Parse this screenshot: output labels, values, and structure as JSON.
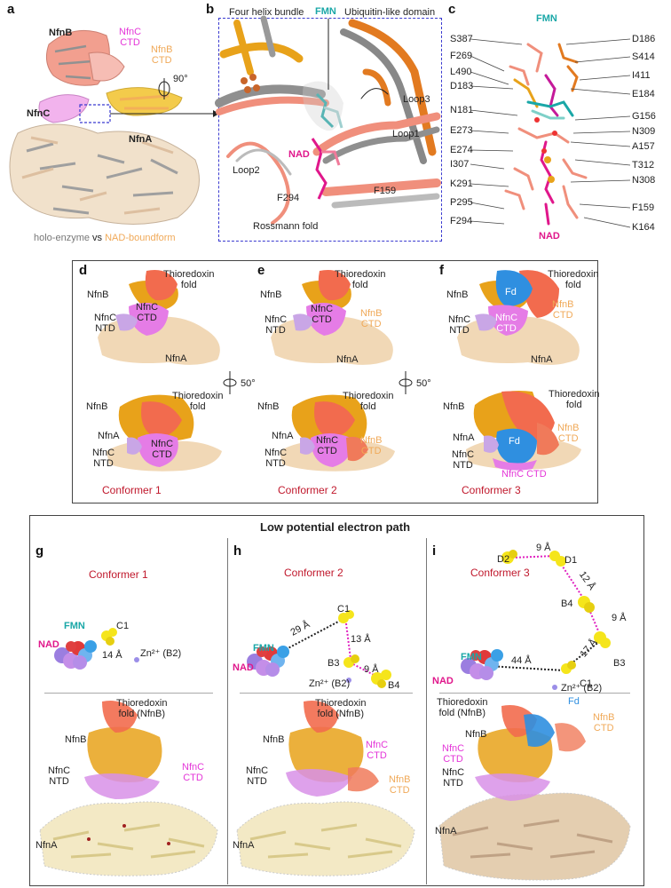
{
  "panels": {
    "a": {
      "letter": "a",
      "labels": {
        "nfnb": "NfnB",
        "nfnc": "NfnC",
        "nfna": "NfnA",
        "nfnc_ctd": "NfnC\nCTD",
        "nfnb_ctd": "NfnB\nCTD"
      },
      "legend": {
        "part1": "holo-enzyme",
        "vs": "vs",
        "part2": "NAD-boundform"
      },
      "rotation": "90°"
    },
    "b": {
      "letter": "b",
      "labels": {
        "four_helix": "Four helix bundle",
        "fmn": "FMN",
        "ubiquitin": "Ubiquitin-like domain",
        "loop3": "Loop3",
        "loop1": "Loop1",
        "loop2": "Loop2",
        "nad": "NAD",
        "f294": "F294",
        "f159": "F159",
        "rossmann": "Rossmann fold"
      }
    },
    "c": {
      "letter": "c",
      "fmn": "FMN",
      "nad": "NAD",
      "left_residues": [
        "S387",
        "F269",
        "L490",
        "D183",
        "N181",
        "E273",
        "E274",
        "I307",
        "K291",
        "P295",
        "F294"
      ],
      "right_residues": [
        "D186",
        "S414",
        "I411",
        "E184",
        "G156",
        "N309",
        "A157",
        "T312",
        "N308",
        "F159",
        "K164"
      ]
    },
    "d": {
      "letter": "d",
      "conformer": "Conformer 1",
      "top": {
        "thio": "Thioredoxin\nfold",
        "nfnb": "NfnB",
        "nfnc_ctd": "NfnC\nCTD",
        "nfnc_ntd": "NfnC\nNTD",
        "nfna": "NfnA"
      },
      "bottom": {
        "thio": "Thioredoxin\nfold",
        "nfnb": "NfnB",
        "nfna": "NfnA",
        "nfnc_ntd": "NfnC\nNTD",
        "nfnc_ctd": "NfnC\nCTD"
      }
    },
    "e": {
      "letter": "e",
      "conformer": "Conformer 2",
      "rotation": "50°",
      "top": {
        "thio": "Thioredoxin\nfold",
        "nfnb": "NfnB",
        "nfnc_ctd": "NfnC\nCTD",
        "nfnb_ctd": "NfnB\nCTD",
        "nfnc_ntd": "NfnC\nNTD",
        "nfna": "NfnA"
      },
      "bottom": {
        "thio": "Thioredoxin\nfold",
        "nfnb": "NfnB",
        "nfna": "NfnA",
        "nfnc_ctd": "NfnC\nCTD",
        "nfnb_ctd": "NfnB\nCTD",
        "nfnc_ntd": "NfnC\nNTD"
      }
    },
    "f": {
      "letter": "f",
      "conformer": "Conformer 3",
      "rotation": "50°",
      "top": {
        "thio": "Thioredoxin\nfold",
        "nfnb": "NfnB",
        "fd": "Fd",
        "nfnb_ctd": "NfnB\nCTD",
        "nfnc_ctd": "NfnC\nCTD",
        "nfnc_ntd": "NfnC\nNTD",
        "nfna": "NfnA"
      },
      "bottom": {
        "thio": "Thioredoxin\nfold",
        "nfnb": "NfnB",
        "nfna": "NfnA",
        "fd": "Fd",
        "nfnb_ctd": "NfnB\nCTD",
        "nfnc_ntd": "NfnC\nNTD",
        "nfnc_ctd": "NfnC CTD"
      }
    },
    "ghi": {
      "title": "Low potential electron path",
      "g": {
        "letter": "g",
        "conformer": "Conformer 1",
        "fmn": "FMN",
        "nad": "NAD",
        "c1": "C1",
        "dist_c1": "14 Å",
        "zn": "Zn²⁺ (B2)",
        "thio": "Thioredoxin\nfold (NfnB)",
        "nfnb": "NfnB",
        "nfnc_ntd": "NfnC\nNTD",
        "nfnc_ctd": "NfnC\nCTD",
        "nfna": "NfnA"
      },
      "h": {
        "letter": "h",
        "conformer": "Conformer 2",
        "fmn": "FMN",
        "nad": "NAD",
        "c1": "C1",
        "b3": "B3",
        "b4": "B4",
        "d_29": "29 Å",
        "d_13": "13 Å",
        "d_9": "9 Å",
        "zn": "Zn²⁺ (B2)",
        "thio": "Thioredoxin\nfold (NfnB)",
        "nfnb": "NfnB",
        "nfnc_ctd": "NfnC\nCTD",
        "nfnc_ntd": "NfnC\nNTD",
        "nfnb_ctd": "NfnB\nCTD",
        "nfna": "NfnA"
      },
      "i": {
        "letter": "i",
        "conformer": "Conformer 3",
        "fmn": "FMN",
        "nad": "NAD",
        "d2": "D2",
        "d1": "D1",
        "b4": "B4",
        "b3": "B3",
        "c1": "C1",
        "d_9a": "9 Å",
        "d_12": "12 Å",
        "d_9b": "9 Å",
        "d_17": "17 Å",
        "d_44": "44 Å",
        "zn": "Zn²⁺ (B2)",
        "thio": "Thioredoxin\nfold (NfnB)",
        "fd": "Fd",
        "nfnb": "NfnB",
        "nfnb_ctd": "NfnB\nCTD",
        "nfnc_ctd": "NfnC\nCTD",
        "nfnc_ntd": "NfnC\nNTD",
        "nfna": "NfnA"
      }
    }
  },
  "colors": {
    "nfnb": "#e8a21a",
    "nfnc": "#e57ce6",
    "nfna": "#f1d8b6",
    "thio": "#f26b4e",
    "fd": "#2f8fe0",
    "fmn": "#1aa7a7",
    "nad": "#e0178b",
    "conformer": "#c0182c",
    "cluster": "#f5e51b",
    "nfnb_ctd_text": "#f0a958",
    "nfnc_ctd_text": "#e436d8"
  }
}
